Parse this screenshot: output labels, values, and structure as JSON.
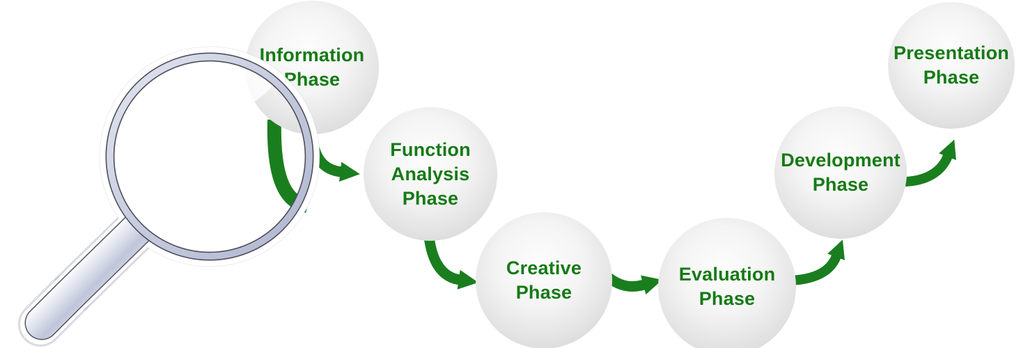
{
  "diagram_title": "Design process phases flow",
  "colors": {
    "text_green": "#157a15",
    "arrow_green": "#1a7e1f",
    "sphere_gray": "#d6d6d6",
    "magnifier_rim": "#c6cbde",
    "magnifier_handle": "#cdd1e2"
  },
  "phases": [
    {
      "name": "information-phase",
      "lines": [
        "Information",
        "Phase"
      ]
    },
    {
      "name": "function-analysis-phase",
      "lines": [
        "Function",
        "Analysis",
        "Phase"
      ]
    },
    {
      "name": "creative-phase",
      "lines": [
        "Creative",
        "Phase"
      ]
    },
    {
      "name": "evaluation-phase",
      "lines": [
        "Evaluation",
        "Phase"
      ]
    },
    {
      "name": "development-phase",
      "lines": [
        "Development",
        "Phase"
      ]
    },
    {
      "name": "presentation-phase",
      "lines": [
        "Presentation",
        "Phase"
      ]
    }
  ],
  "icons": [
    {
      "name": "magnifying-glass-icon"
    },
    {
      "name": "curved-arrow-icon"
    }
  ]
}
